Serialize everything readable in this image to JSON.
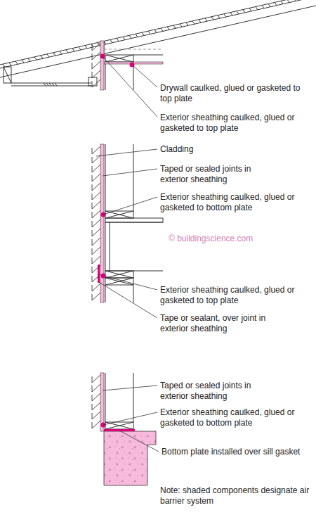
{
  "diagram": {
    "labels": [
      "Drywall caulked, glued or gasketed to top plate",
      "Exterior sheathing caulked, glued or gasketed to top plate",
      "Cladding",
      "Taped or sealed joints in exterior sheathing",
      "Exterior sheathing caulked, glued or gasketed to bottom plate",
      "© buildingscience.com",
      "Exterior sheathing caulked, glued or gasketed to top plate",
      "Tape or sealant, over joint in exterior sheathing",
      "Taped or sealed joints in exterior sheathing",
      "Exterior sheathing caulked, glued or gasketed to bottom plate",
      "Bottom plate installed over sill gasket",
      "Note: shaded components designate air barrier system"
    ]
  }
}
